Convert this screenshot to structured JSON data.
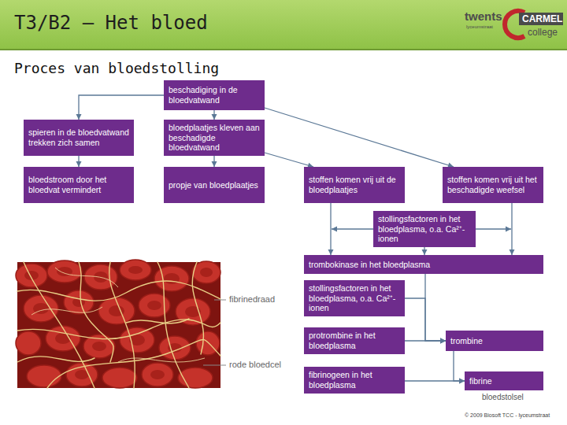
{
  "diagram": {
    "title": "T3/B2 – Het bloed",
    "nodes": [
      {
        "text": [
          "beschadiging in de bloedvatwand"
        ]
      },
      {
        "text": [
          "spieren in de bloedvatwand trekken zich samen"
        ]
      },
      {
        "text": [
          "bloedplaatjes kleven aan beschadigde bloedvatwand"
        ]
      },
      {
        "text": [
          "bloedstroom door het bloedvat vermindert"
        ]
      },
      {
        "text": [
          "propje van bloedplaatjes"
        ]
      },
      {
        "text": [
          "stoffen komen vrij uit de bloedplaatjes"
        ]
      },
      {
        "text": [
          "stoffen komen vrij uit het beschadigde weefsel"
        ]
      },
      {
        "text": [
          "stollingsfactoren in het bloedplasma, o.a. Ca²⁺-ionen"
        ]
      },
      {
        "text": [
          "trombokinase in het bloedplasma"
        ]
      },
      {
        "text": [
          "stollingsfactoren in het bloedplasma, o.a. Ca²⁺-ionen"
        ]
      },
      {
        "text": [
          "protrombine in het bloedplasma"
        ]
      },
      {
        "text": [
          "trombine"
        ]
      },
      {
        "text": [
          "fibrinogeen in het bloedplasma"
        ]
      },
      {
        "text": [
          "fibrine"
        ]
      }
    ],
    "edges": [
      {
        "from": 0,
        "to": 1,
        "arrow": "to"
      },
      {
        "from": 0,
        "to": 2,
        "arrow": "to"
      },
      {
        "from": 0,
        "to": 6,
        "arrow": "to"
      },
      {
        "from": 1,
        "to": 3,
        "arrow": "to"
      },
      {
        "from": 2,
        "to": 4,
        "arrow": "to"
      },
      {
        "from": 2,
        "to": 5,
        "arrow": "to"
      },
      {
        "from": 5,
        "to": 8,
        "arrow": "to"
      },
      {
        "from": 6,
        "to": 8,
        "arrow": "to"
      },
      {
        "from": 7,
        "to": 8,
        "arrow": "to"
      },
      {
        "from": 8,
        "to": 11,
        "arrow": "to"
      },
      {
        "from": 9,
        "to": 11,
        "arrow": "to"
      },
      {
        "from": 10,
        "to": 11,
        "arrow": "to"
      },
      {
        "from": 11,
        "to": 13,
        "arrow": "to"
      },
      {
        "from": 12,
        "to": 13,
        "arrow": "to"
      }
    ],
    "labels": [
      "Proces van bloedstolling",
      "twents",
      "lyceumstraat",
      "CARMEL",
      "college",
      "fibrinedraad",
      "rode bloedcel",
      "bloedstolsel",
      "© 2009 Biosoft TCC - lyceumstraat"
    ]
  }
}
